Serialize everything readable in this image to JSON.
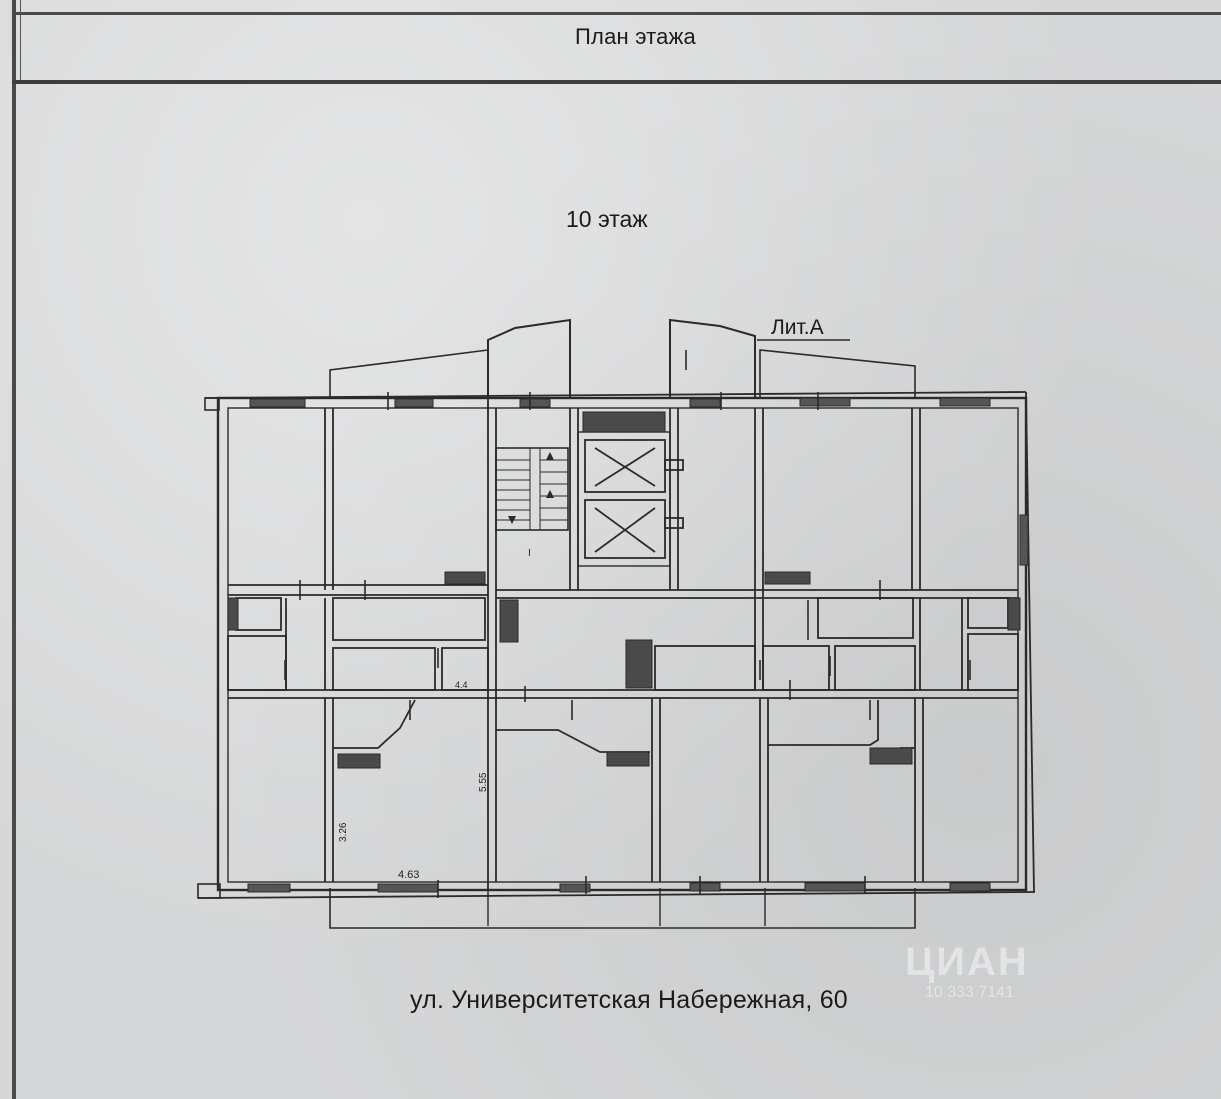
{
  "header": {
    "title": "План этажа"
  },
  "plan": {
    "floor_label": "10 этаж",
    "building_label": "Лит.А",
    "dimensions": {
      "width_1": "4.63",
      "height_1": "3.26",
      "height_2": "5.55",
      "small_1": "4.4"
    },
    "stair_mark": "I"
  },
  "footer": {
    "address": "ул. Университетская Набережная, 60"
  },
  "watermark": {
    "brand": "ЦИАН",
    "id": "10 333 7141"
  },
  "colors": {
    "paper": "#d6d7d8",
    "ink": "#2a2a2a"
  }
}
